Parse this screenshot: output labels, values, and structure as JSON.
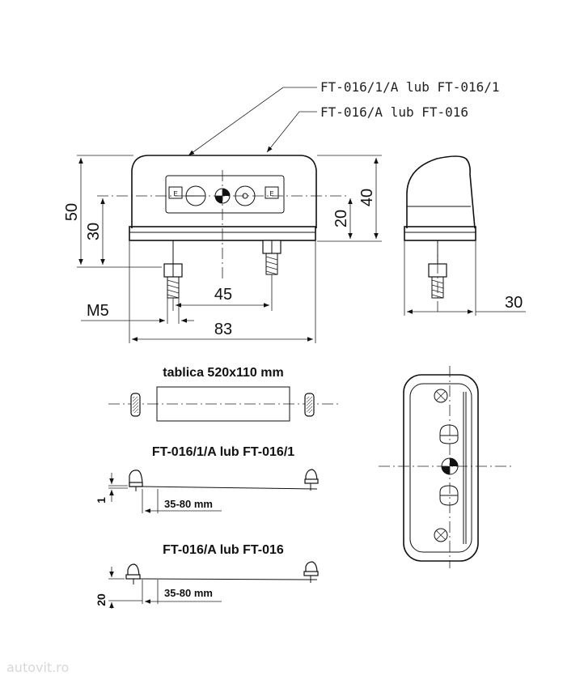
{
  "callouts": {
    "top": "FT-016/1/A lub FT-016/1",
    "second": "FT-016/A lub FT-016"
  },
  "dimensions": {
    "height_50": "50",
    "height_30": "30",
    "height_40": "40",
    "height_20": "20",
    "spacing_45": "45",
    "thread_m5": "M5",
    "width_83": "83",
    "depth_30": "30"
  },
  "plate_section": {
    "title": "tablica 520x110 mm"
  },
  "variant_1": {
    "title": "FT-016/1/A lub FT-016/1",
    "offset": "1",
    "range": "35-80 mm"
  },
  "variant_2": {
    "title": "FT-016/A lub FT-016",
    "offset": "20",
    "range": "35-80 mm"
  },
  "approval_mark": "E",
  "watermark": "autovit.ro"
}
